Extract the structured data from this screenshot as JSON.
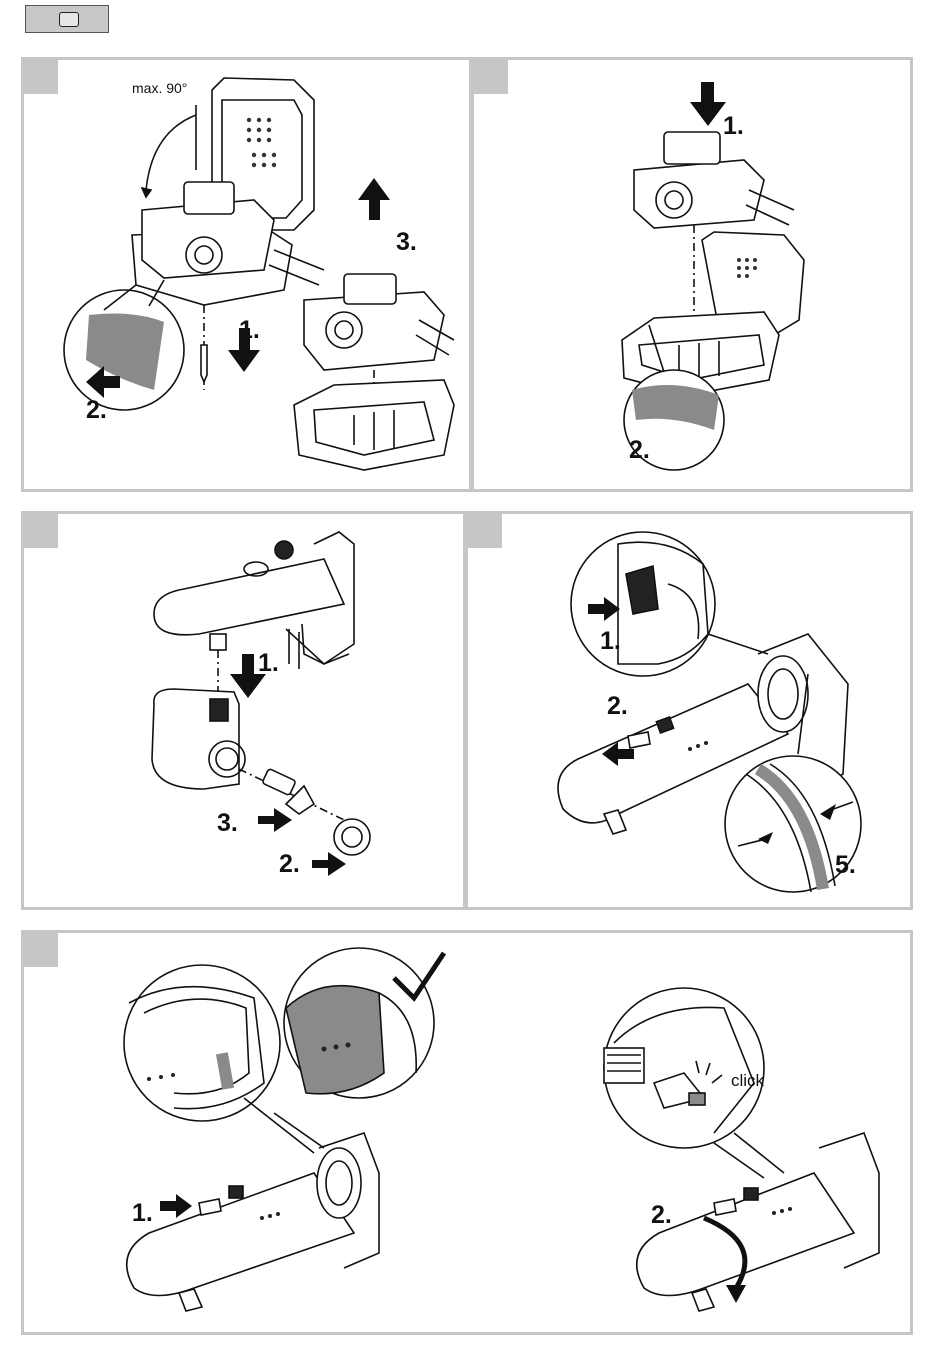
{
  "header": {
    "icon": "screen-icon"
  },
  "panel1": {
    "angle_label": "max. 90°",
    "step1": "1.",
    "step2": "2.",
    "step3": "3."
  },
  "panel2": {
    "step1": "1.",
    "step2": "2."
  },
  "panel3": {
    "step1": "1.",
    "step2": "2.",
    "step3": "3."
  },
  "panel4": {
    "step1": "1.",
    "step2": "2.",
    "step5": "5."
  },
  "panel5": {
    "step1": "1.",
    "step2": "2.",
    "click_label": "click",
    "check_icon": "checkmark-icon"
  },
  "colors": {
    "panel_border": "#c6c6c6",
    "tab": "#c6c6c6",
    "highlight": "#8a8a8a",
    "line": "#111111"
  }
}
